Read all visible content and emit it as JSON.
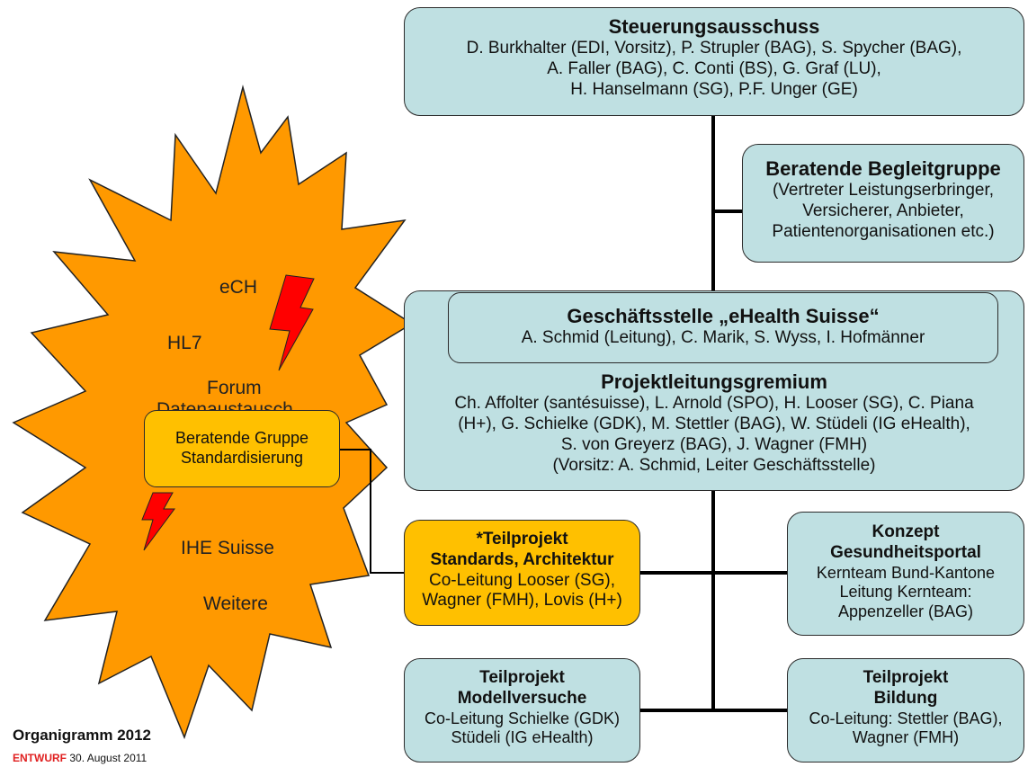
{
  "steering_committee": {
    "title": "Steuerungsausschuss",
    "lines": [
      "D. Burkhalter (EDI, Vorsitz), P. Strupler (BAG), S. Spycher (BAG),",
      "A. Faller (BAG), C. Conti (BS), G. Graf (LU),",
      "H. Hanselmann (SG), P.F. Unger (GE)"
    ]
  },
  "advisory_group": {
    "title": "Beratende Begleitgruppe",
    "lines": [
      "(Vertreter Leistungserbringer,",
      "Versicherer, Anbieter,",
      "Patientenorganisationen etc.)"
    ]
  },
  "office": {
    "title": "Geschäftsstelle „eHealth Suisse“",
    "lines": [
      "A. Schmid (Leitung), C. Marik, S. Wyss, I. Hofmänner"
    ]
  },
  "project_board": {
    "title": "Projektleitungsgremium",
    "lines": [
      "Ch. Affolter (santésuisse), L. Arnold (SPO), H. Looser (SG), C. Piana",
      "(H+), G. Schielke (GDK), M. Stettler (BAG), W. Stüdeli (IG eHealth),",
      "S. von Greyerz (BAG), J. Wagner (FMH)",
      "(Vorsitz: A. Schmid, Leiter Geschäftsstelle)"
    ]
  },
  "subproject_standards": {
    "title": [
      "*Teilprojekt",
      "Standards, Architektur"
    ],
    "lines": [
      "Co-Leitung Looser (SG),",
      "Wagner (FMH), Lovis (H+)"
    ]
  },
  "health_portal": {
    "title": [
      "Konzept",
      "Gesundheitsportal"
    ],
    "lines": [
      "Kernteam Bund-Kantone",
      "Leitung Kernteam:",
      "Appenzeller (BAG)"
    ]
  },
  "subproject_pilots": {
    "title": [
      "Teilprojekt",
      "Modellversuche"
    ],
    "lines": [
      "Co-Leitung Schielke (GDK)",
      "Stüdeli (IG eHealth)"
    ]
  },
  "subproject_education": {
    "title": [
      "Teilprojekt",
      "Bildung"
    ],
    "lines": [
      "Co-Leitung: Stettler (BAG),",
      "Wagner (FMH)"
    ]
  },
  "standardization_group": {
    "lines": [
      "Beratende Gruppe",
      "Standardisierung"
    ]
  },
  "burst": {
    "labels": [
      "eCH",
      "HL7",
      "Forum",
      "Datenaustausch",
      "IHE Suisse",
      "Weitere"
    ]
  },
  "footer": {
    "title": "Organigramm 2012",
    "draft": "ENTWURF",
    "date": "30. August 2011"
  },
  "colors": {
    "box_fill": "#bfe0e2",
    "highlight_fill": "#ffc000",
    "burst_fill": "#ff9900",
    "lightning": "#ff0000",
    "draft_text": "#e02020"
  }
}
